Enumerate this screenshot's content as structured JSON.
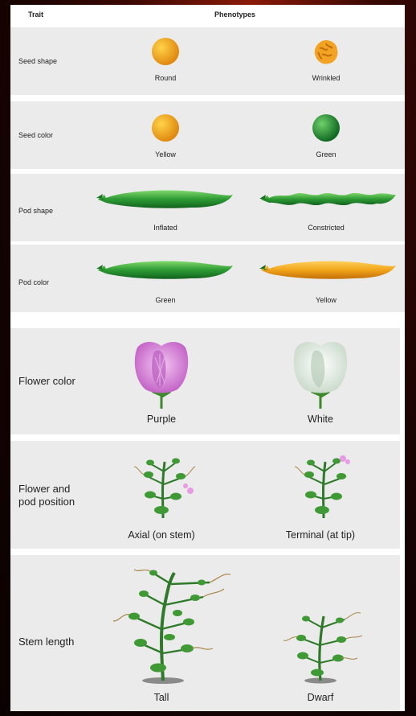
{
  "header": {
    "trait_label": "Trait",
    "phenotypes_label": "Phenotypes"
  },
  "rows": [
    {
      "trait": "Seed shape",
      "left": "Round",
      "right": "Wrinkled"
    },
    {
      "trait": "Seed color",
      "left": "Yellow",
      "right": "Green"
    },
    {
      "trait": "Pod shape",
      "left": "Inflated",
      "right": "Constricted"
    },
    {
      "trait": "Pod color",
      "left": "Green",
      "right": "Yellow"
    },
    {
      "trait": "Flower color",
      "left": "Purple",
      "right": "White"
    },
    {
      "trait_line1": "Flower and",
      "trait_line2": "pod position",
      "left": "Axial (on stem)",
      "right": "Terminal (at tip)"
    },
    {
      "trait": "Stem length",
      "left": "Tall",
      "right": "Dwarf"
    }
  ],
  "colors": {
    "row_bg": "#ebebeb",
    "yellow_seed": "#f0a020",
    "green_seed": "#1f8a30",
    "green_pod": "#2a9a35",
    "yellow_pod": "#f0a419",
    "purple_flower": "#d78ad8",
    "white_flower": "#eef4ee",
    "stem_green": "#2f7a2a"
  },
  "icons": [
    "round-seed-icon",
    "wrinkled-seed-icon",
    "yellow-seed-icon",
    "green-seed-icon",
    "inflated-pod-icon",
    "constricted-pod-icon",
    "green-pod-icon",
    "yellow-pod-icon",
    "purple-flower-icon",
    "white-flower-icon",
    "axial-plant-icon",
    "terminal-plant-icon",
    "tall-plant-icon",
    "dwarf-plant-icon"
  ]
}
